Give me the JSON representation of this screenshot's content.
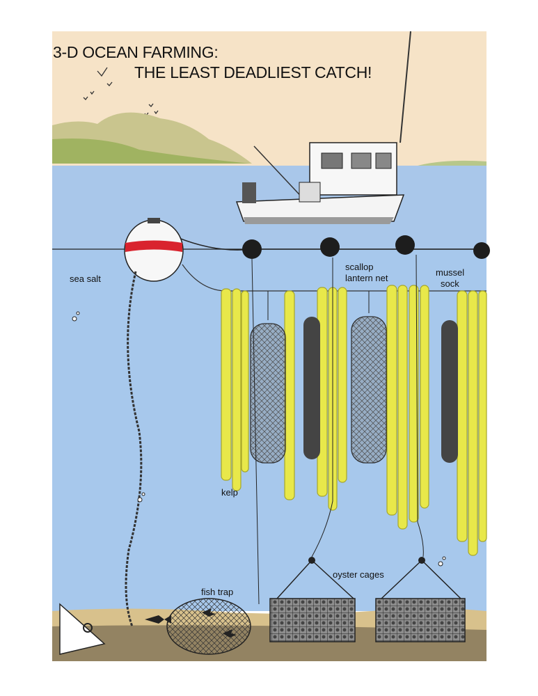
{
  "title": {
    "line1": "3-D OCEAN FARMING:",
    "line2": "THE LEAST DEADLIEST CATCH!"
  },
  "labels": {
    "sea_salt": "sea salt",
    "scallop_line1": "scallop",
    "scallop_line2": "lantern net",
    "mussel_line1": "mussel",
    "mussel_line2": "sock",
    "kelp": "kelp",
    "fish_trap": "fish trap",
    "oyster_cages": "oyster cages"
  },
  "colors": {
    "sky": "#f6e3c7",
    "sea_surface": "#a9c7ea",
    "sea_deep": "#a7c8ec",
    "hills": "#c9c58e",
    "kelp": "#e8e84a",
    "buoy_stripe": "#d9232e",
    "seabed": "#d8c18c"
  }
}
